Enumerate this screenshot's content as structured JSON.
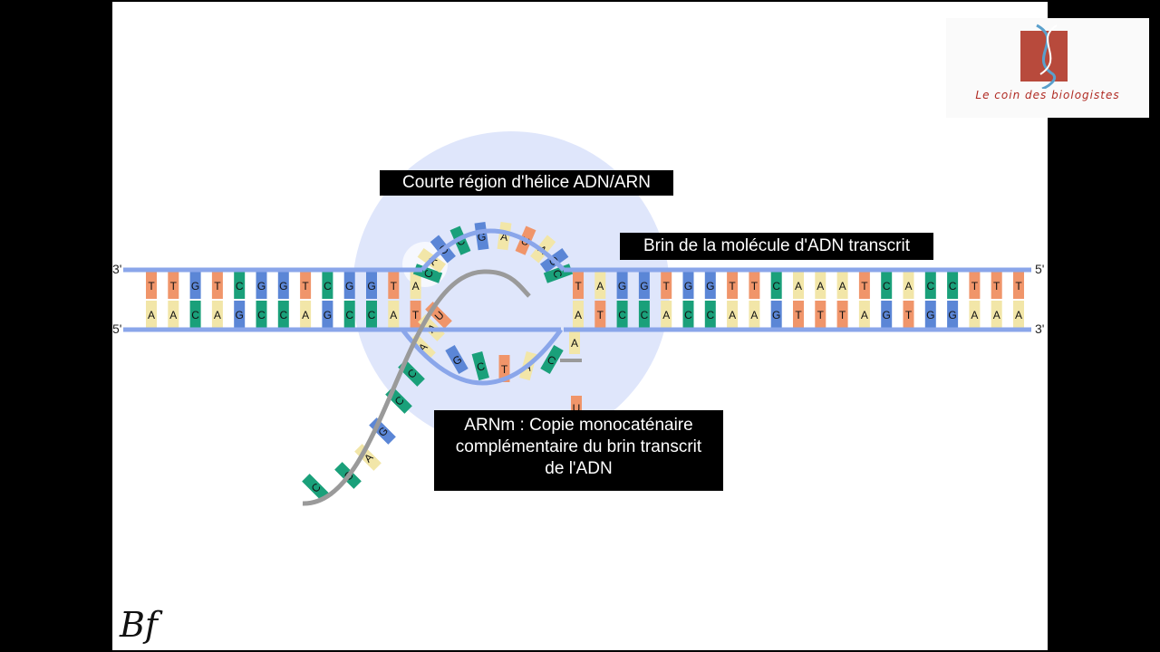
{
  "labels": {
    "hybrid": "Courte région d'hélice ADN/ARN",
    "template": "Brin de la molécule d'ADN transcrit",
    "mrna_line1": "ARNm : Copie monocaténaire",
    "mrna_line2": "complémentaire du brin transcrit",
    "mrna_line3": "de l'ADN"
  },
  "strand_ends": {
    "top_left": "3'",
    "bottom_left": "5'",
    "top_right": "5'",
    "bottom_right": "3'"
  },
  "logo_text": "Le coin des biologistes",
  "signature": "Bf",
  "colors": {
    "A": "#f2e6a8",
    "T": "#f0956a",
    "G": "#5b86d6",
    "C": "#1aa07a",
    "U": "#f0956a",
    "strand": "#8aa6ea",
    "rna": "#9a9a9a",
    "bubble": "#dfe6fb"
  },
  "left_pairs": [
    [
      "T",
      "A"
    ],
    [
      "T",
      "A"
    ],
    [
      "G",
      "C"
    ],
    [
      "T",
      "A"
    ],
    [
      "C",
      "G"
    ],
    [
      "G",
      "C"
    ],
    [
      "G",
      "C"
    ],
    [
      "T",
      "A"
    ],
    [
      "C",
      "G"
    ],
    [
      "G",
      "C"
    ],
    [
      "G",
      "C"
    ],
    [
      "T",
      "A"
    ],
    [
      "A",
      "T"
    ]
  ],
  "right_pairs": [
    [
      "T",
      "A"
    ],
    [
      "A",
      "T"
    ],
    [
      "G",
      "C"
    ],
    [
      "G",
      "C"
    ],
    [
      "T",
      "A"
    ],
    [
      "G",
      "C"
    ],
    [
      "G",
      "C"
    ],
    [
      "T",
      "A"
    ],
    [
      "T",
      "A"
    ],
    [
      "C",
      "G"
    ],
    [
      "A",
      "T"
    ],
    [
      "A",
      "T"
    ],
    [
      "A",
      "T"
    ],
    [
      "T",
      "A"
    ],
    [
      "C",
      "G"
    ],
    [
      "A",
      "T"
    ],
    [
      "C",
      "G"
    ],
    [
      "C",
      "G"
    ],
    [
      "T",
      "A"
    ],
    [
      "T",
      "A"
    ],
    [
      "T",
      "A"
    ]
  ],
  "upper_bubble_bases": [
    "C",
    "A",
    "G",
    "C",
    "G",
    "A",
    "U",
    "A",
    "G",
    "C"
  ],
  "lower_bubble_bases": [
    "G",
    "C",
    "T",
    "A",
    "C"
  ],
  "rna_tail_bases": [
    "C",
    "C",
    "A",
    "G",
    "C",
    "C",
    "A",
    "A",
    "U"
  ],
  "free_nucleotides": [
    "A",
    "U"
  ]
}
